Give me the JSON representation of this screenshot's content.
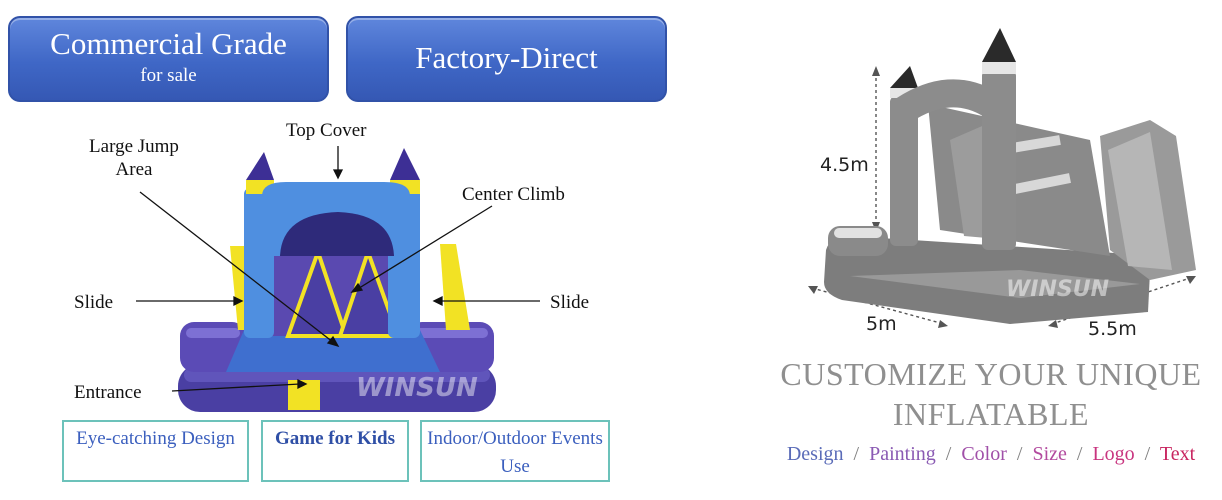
{
  "badges": {
    "left": {
      "title": "Commercial Grade",
      "subtitle": "for sale"
    },
    "right": {
      "title": "Factory-Direct"
    }
  },
  "callouts": {
    "large_jump_area": "Large Jump Area",
    "top_cover": "Top Cover",
    "center_climb": "Center Climb",
    "slide_left": "Slide",
    "slide_right": "Slide",
    "entrance": "Entrance"
  },
  "features": [
    {
      "label": "Eye-catching Design"
    },
    {
      "label": "Game for Kids"
    },
    {
      "label": "Indoor/Outdoor Events Use"
    }
  ],
  "dimensions": {
    "height": "4.5m",
    "width": "5m",
    "depth": "5.5m"
  },
  "watermark": "WINSUN",
  "headline": {
    "line1": "CUSTOMIZE YOUR UNIQUE",
    "line2": "INFLATABLE"
  },
  "options": {
    "separator": "/",
    "items": [
      {
        "label": "Design",
        "color": "#5a6bb8"
      },
      {
        "label": "Painting",
        "color": "#8a5ab3"
      },
      {
        "label": "Color",
        "color": "#a04fa8"
      },
      {
        "label": "Size",
        "color": "#b34b9f"
      },
      {
        "label": "Logo",
        "color": "#c8347f"
      },
      {
        "label": "Text",
        "color": "#c8245f"
      }
    ]
  },
  "colors": {
    "badge_blue": "#3f67c6",
    "inflatable_blue": "#4f8fe0",
    "inflatable_purple": "#4a3fa3",
    "inflatable_yellow": "#f2e224",
    "feature_border": "#6cc2ba",
    "headline_gray": "#8f8f8f"
  }
}
